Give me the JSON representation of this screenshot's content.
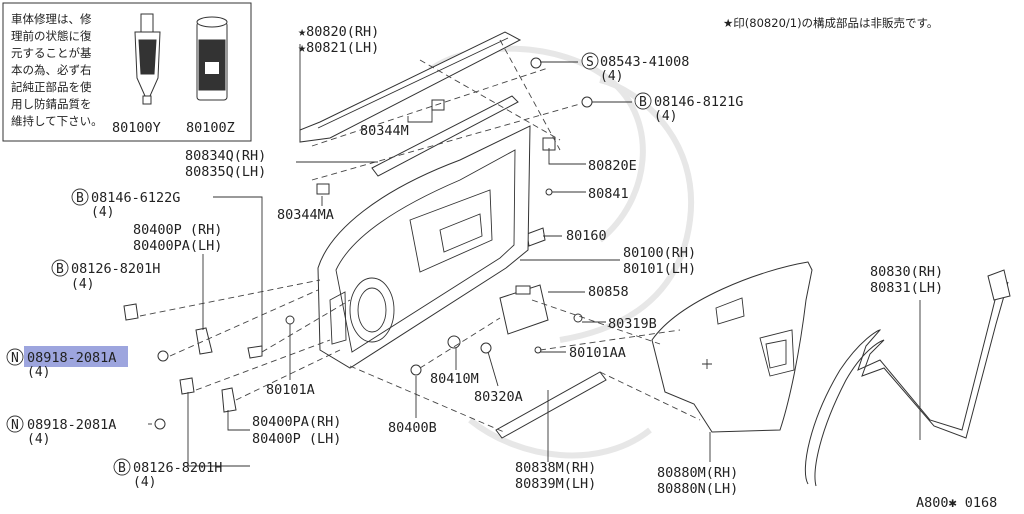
{
  "notice_box": {
    "lines": [
      "車体修理は、修",
      "理前の状態に復",
      "元することが基",
      "本の為、必ず右",
      "記純正部品を使",
      "用し防錆品質を",
      "維持して下さい。"
    ],
    "part_left": "80100Y",
    "part_right": "80100Z"
  },
  "note_top_right": "★印(80820/1)の構成部品は非販売です。",
  "diagram_id": "A800✱ 0168",
  "callouts": {
    "p80820": "★80820(RH)",
    "p80821": "★80821(LH)",
    "s08543": "08543-41008",
    "s08543_q": "(4)",
    "b08146_8121": "08146-8121G",
    "b08146_8121_q": "(4)",
    "p80344m": "80344M",
    "p80834q": "80834Q(RH)",
    "p80835q": "80835Q(LH)",
    "p80820e": "80820E",
    "p80841": "80841",
    "p80344ma": "80344MA",
    "b08146_6122": "08146-6122G",
    "b08146_6122_q": "(4)",
    "p80400p_rh": "80400P  (RH)",
    "p80400pa_lh": "80400PA(LH)",
    "b08126_top": "08126-8201H",
    "b08126_top_q": "(4)",
    "n08918_top": "08918-2081A",
    "n08918_top_q": "(4)",
    "p80160": "80160",
    "p80100": "80100(RH)",
    "p80101": "80101(LH)",
    "p80858": "80858",
    "p80319b": "80319B",
    "p80101aa": "80101AA",
    "p80101a": "80101A",
    "p80410m": "80410M",
    "p80320a": "80320A",
    "p80400b": "80400B",
    "p80400pa_rh": "80400PA(RH)",
    "p80400p_lh": "80400P  (LH)",
    "n08918_bot": "08918-2081A",
    "n08918_bot_q": "(4)",
    "b08126_bot": "08126-8201H",
    "b08126_bot_q": "(4)",
    "p80838m": "80838M(RH)",
    "p80839m": "80839M(LH)",
    "p80880m": "80880M(RH)",
    "p80880n": "80880N(LH)",
    "p80830": "80830(RH)",
    "p80831": "80831(LH)"
  },
  "symbols": {
    "S": "S",
    "B": "B",
    "N": "N"
  },
  "colors": {
    "highlight": "#8c95d8"
  }
}
